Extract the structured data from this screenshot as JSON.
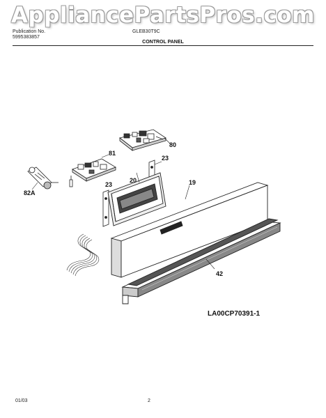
{
  "watermark": "AppliancePartsPros.com",
  "header": {
    "publication_label": "Publication No.",
    "publication_number": "5995383857",
    "model": "GLEB30T9C",
    "section_title": "CONTROL PANEL"
  },
  "diagram": {
    "callouts": [
      "80",
      "81",
      "82A",
      "23",
      "20",
      "23",
      "19",
      "42"
    ],
    "drawing_code": "LA00CP70391-1"
  },
  "footer": {
    "date": "01/03",
    "page_number": "2"
  }
}
